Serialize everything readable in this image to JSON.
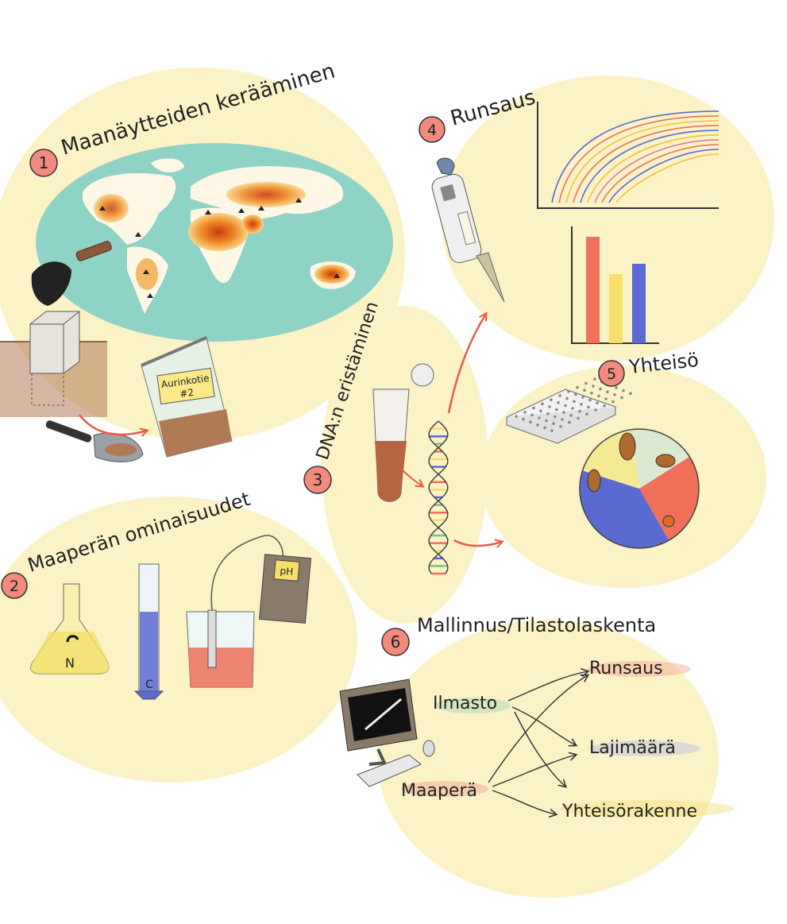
{
  "steps": [
    {
      "number": "1",
      "label": "Maanäytteiden kerääminen"
    },
    {
      "number": "2",
      "label": "Maaperän ominaisuudet"
    },
    {
      "number": "3",
      "label": "DNA:n eristäminen"
    },
    {
      "number": "4",
      "label": "Runsaus"
    },
    {
      "number": "5",
      "label": "Yhteisö"
    },
    {
      "number": "6",
      "label": "Mallinnus/Tilastolaskenta"
    }
  ],
  "bag": {
    "label_line1": "Aurinkotie",
    "label_line2": "#2"
  },
  "flask": {
    "label": "N"
  },
  "cylinder": {
    "label": "C"
  },
  "meter": {
    "label": "pH"
  },
  "model": {
    "inputs": [
      "Ilmasto",
      "Maaperä"
    ],
    "outputs": [
      "Runsaus",
      "Lajimäärä",
      "Yhteisörakenne"
    ]
  },
  "colors": {
    "blob": "#fbf3c6",
    "ocean": "#8fd3c6",
    "badge": "#f28b7e",
    "red": "#f0705a",
    "yellow": "#f5df6a",
    "blue": "#5a6ad0",
    "soil": "#b07a55",
    "arrow": "#ee5a45"
  },
  "icons": [
    "world-map-icon",
    "hammer-icon",
    "soil-core-icon",
    "trowel-icon",
    "sample-bag-icon",
    "flask-icon",
    "cylinder-icon",
    "beaker-icon",
    "ph-meter-icon",
    "tube-icon",
    "dna-icon",
    "pipette-icon",
    "line-chart-icon",
    "bar-chart-icon",
    "plate-icon",
    "pie-chart-icon",
    "computer-icon",
    "keyboard-icon",
    "mouse-icon"
  ]
}
